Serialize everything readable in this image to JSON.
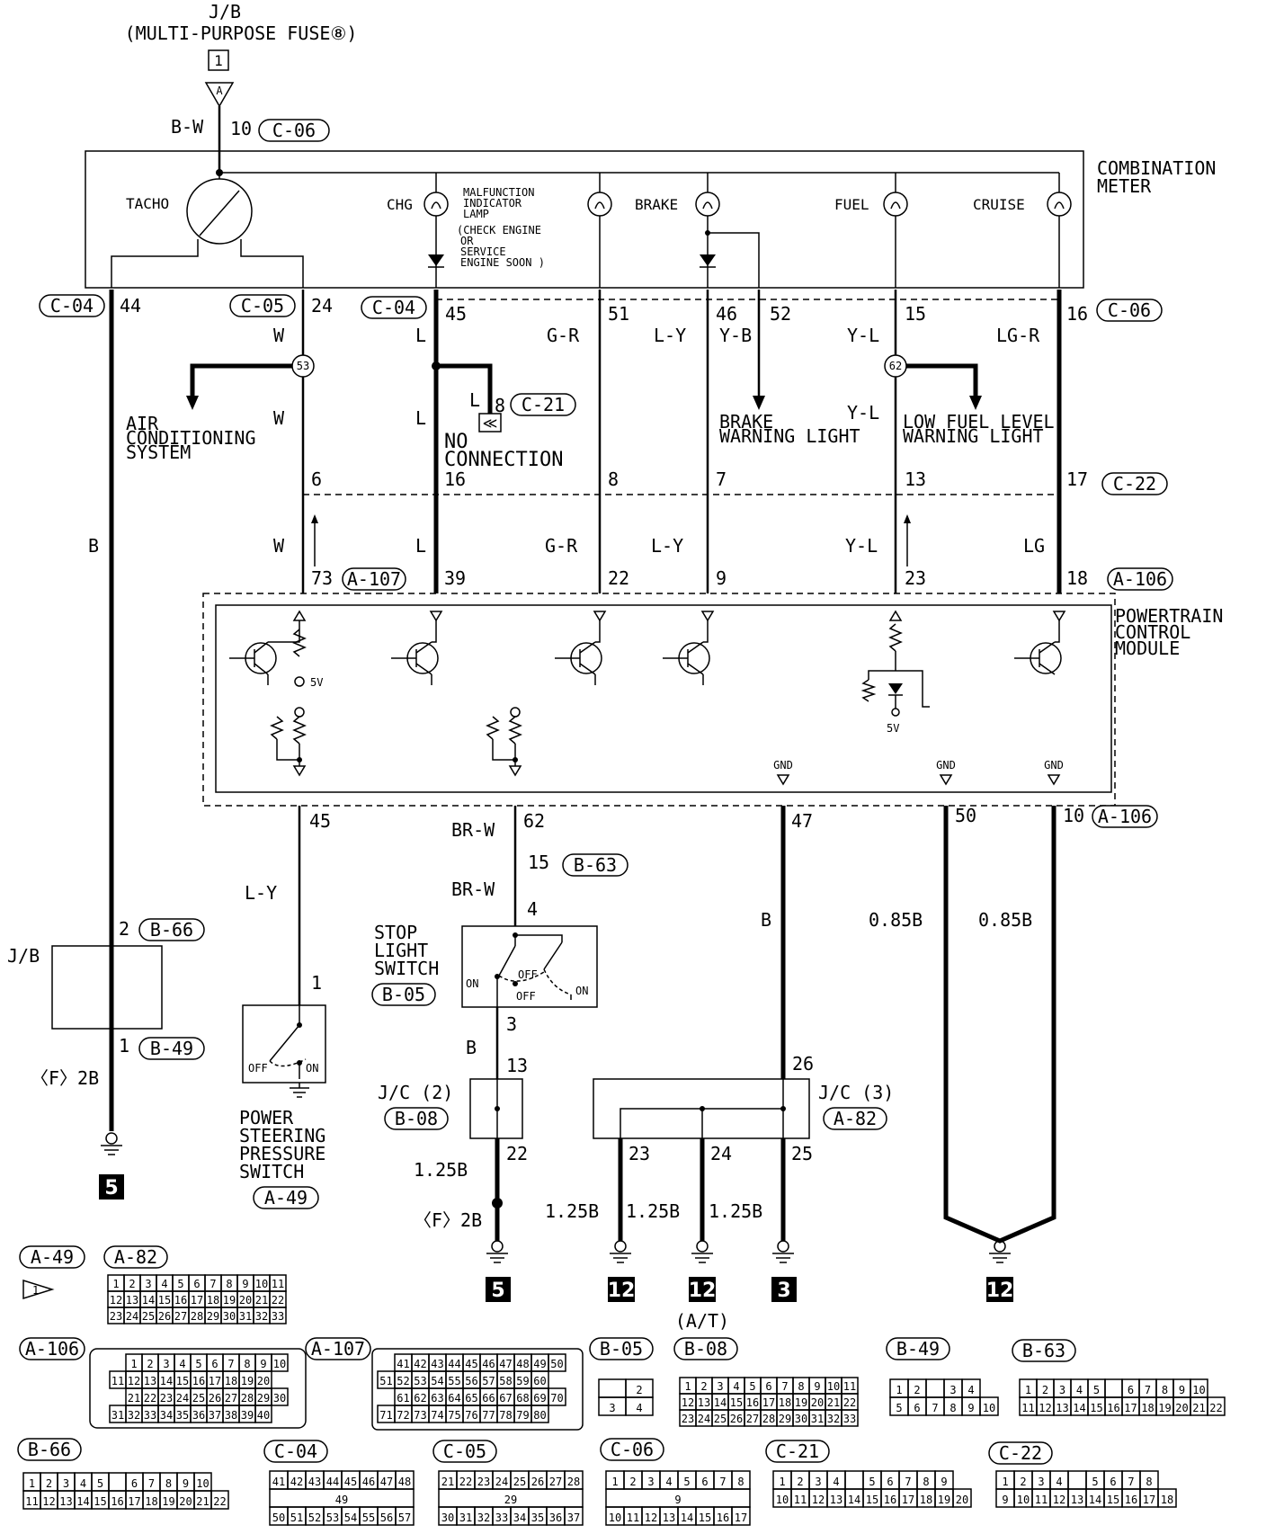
{
  "top": {
    "jb": "J/B",
    "fuse": "(MULTI-PURPOSE FUSE⑧)",
    "fuse_box_num": "1",
    "conn_triangle": "A",
    "wire_color": "B-W",
    "pin": "10",
    "connector": "C-06"
  },
  "meter": {
    "title_line1": "COMBINATION",
    "title_line2": "METER",
    "tacho": "TACHO",
    "chg": "CHG",
    "mil_lines": [
      "MALFUNCTION",
      "INDICATOR",
      "LAMP",
      "(CHECK ENGINE",
      "OR",
      "SERVICE",
      "ENGINE SOON )"
    ],
    "brake": "BRAKE",
    "fuel": "FUEL",
    "cruise": "CRUISE"
  },
  "meter_pins": {
    "c04_left": "C-04",
    "p44": "44",
    "c05": "C-05",
    "p24": "24",
    "c04_mid": "C-04",
    "p45": "45",
    "p51": "51",
    "p46": "46",
    "p52": "52",
    "p15": "15",
    "p16": "16",
    "c06": "C-06"
  },
  "wires_upper": {
    "w1": "W",
    "w2": "W",
    "l1": "L",
    "l2": "L",
    "gr": "G-R",
    "ly": "L-Y",
    "yb": "Y-B",
    "yl1": "Y-L",
    "yl2": "Y-L",
    "lgr": "LG-R",
    "b_left": "B",
    "splice53": "53",
    "splice62": "62",
    "ac_lines": [
      "AIR",
      "CONDITIONING",
      "SYSTEM"
    ],
    "l_branch": "L",
    "p8": "8",
    "c21": "C-21",
    "noconn_lines": [
      "NO",
      "CONNECTION"
    ],
    "brake_warn_lines": [
      "BRAKE",
      "WARNING LIGHT"
    ],
    "fuel_warn_lines": [
      "LOW FUEL LEVEL",
      "WARNING LIGHT"
    ]
  },
  "c22_row": {
    "p6": "6",
    "p16": "16",
    "p8": "8",
    "p7": "7",
    "p13": "13",
    "p17": "17",
    "c22": "C-22"
  },
  "wires_mid": {
    "w": "W",
    "l": "L",
    "gr": "G-R",
    "ly": "L-Y",
    "yl": "Y-L",
    "lg": "LG"
  },
  "pcm_pins_top": {
    "p73": "73",
    "a107": "A-107",
    "p39": "39",
    "p22": "22",
    "p9": "9",
    "p23": "23",
    "p18": "18",
    "a106": "A-106"
  },
  "pcm": {
    "title_lines": [
      "POWERTRAIN",
      "CONTROL",
      "MODULE"
    ],
    "v5a": "5V",
    "v5b": "5V",
    "gnd1": "GND",
    "gnd2": "GND",
    "gnd3": "GND"
  },
  "pcm_pins_bottom": {
    "p45": "45",
    "p62": "62",
    "p47": "47",
    "p50": "50",
    "p10": "10",
    "a106": "A-106"
  },
  "lower": {
    "ly": "L-Y",
    "brw1": "BR-W",
    "brw2": "BR-W",
    "p15": "15",
    "b63": "B-63",
    "p4": "4",
    "b": "B",
    "b85a": "0.85B",
    "b85b": "0.85B",
    "jb": "J/B",
    "p2": "2",
    "b66": "B-66",
    "p1": "1",
    "b49": "B-49",
    "f2b_left": "〈F〉2B",
    "ground5_left": "5",
    "ps_pin1": "1",
    "off": "OFF",
    "on": "ON",
    "ps_lines": [
      "POWER",
      "STEERING",
      "PRESSURE",
      "SWITCH"
    ],
    "a49": "A-49",
    "stop_lines": [
      "STOP",
      "LIGHT",
      "SWITCH"
    ],
    "b05": "B-05",
    "sw_on1": "ON",
    "sw_off1": "OFF",
    "sw_off2": "OFF",
    "sw_on2": "ON",
    "p3": "3",
    "b2": "B",
    "p13": "13",
    "jc2": "J/C (2)",
    "b08": "B-08",
    "p22": "22",
    "b125a": "1.25B",
    "f2b_mid": "〈F〉2B",
    "ground5_mid": "5",
    "p26": "26",
    "jc3": "J/C (3)",
    "a82": "A-82",
    "p23": "23",
    "p24": "24",
    "p25": "25",
    "b125b": "1.25B",
    "b125c": "1.25B",
    "b125d": "1.25B",
    "g12a": "12",
    "g12b": "12",
    "g3": "3",
    "g12c": "12",
    "at": "(A/T)"
  },
  "connectors": {
    "a49": "A-49",
    "a82": "A-82",
    "a106": "A-106",
    "a107": "A-107",
    "b05": "B-05",
    "b08": "B-08",
    "b49": "B-49",
    "b63": "B-63",
    "b66": "B-66",
    "c04": "C-04",
    "c05": "C-05",
    "c06": "C-06",
    "c21": "C-21",
    "c22": "C-22",
    "flag": "1"
  }
}
